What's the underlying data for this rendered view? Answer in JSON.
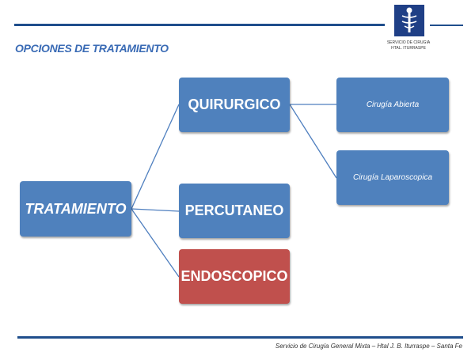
{
  "slide": {
    "title": "OPCIONES DE TRATAMIENTO",
    "footer": "Servicio de Cirugía General Mixta – Htal J. B. Iturraspe – Santa Fe"
  },
  "logo": {
    "line1": "SERVICIO DE CIRUGIA",
    "line2": "HTAL. ITURRASPE"
  },
  "diagram": {
    "root": "TRATAMIENTO",
    "branches": [
      "QUIRURGICO",
      "PERCUTANEO",
      "ENDOSCOPICO"
    ],
    "sub_branches": [
      "Cirugía Abierta",
      "Cirugía Laparoscopica"
    ]
  },
  "colors": {
    "node_blue": "#4f81bd",
    "node_red": "#c0504d",
    "title_blue": "#3a6bb5",
    "rule_navy": "#1f4e8c"
  }
}
